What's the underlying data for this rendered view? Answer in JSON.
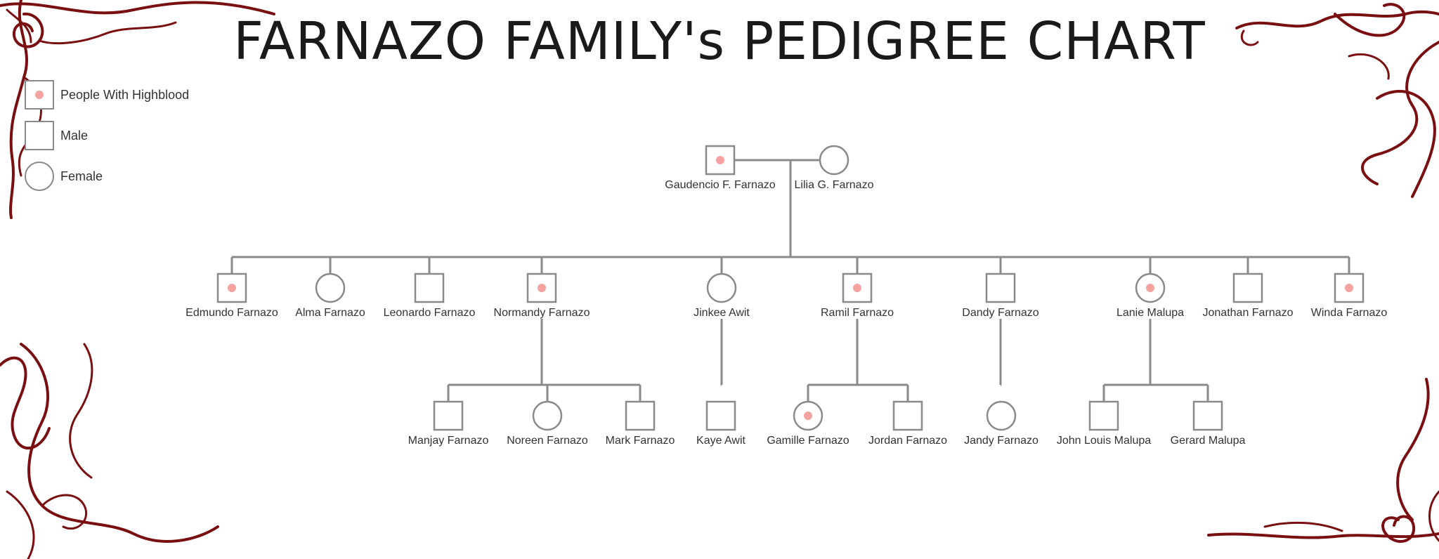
{
  "title": "FARNAZO FAMILY's PEDIGREE CHART",
  "colors": {
    "line": "#8a8a8a",
    "affected": "#f4a3a0",
    "ornament": "#7a0f12",
    "text": "#333333"
  },
  "legend": [
    {
      "symbol": "affected",
      "label": "People With Highblood"
    },
    {
      "symbol": "male",
      "label": "Male"
    },
    {
      "symbol": "female",
      "label": "Female"
    }
  ],
  "generations": [
    [
      {
        "id": "gaudencio",
        "name": "Gaudencio F. Farnazo",
        "sex": "male",
        "highblood": true
      },
      {
        "id": "lilia",
        "name": "Lilia G. Farnazo",
        "sex": "female",
        "highblood": false
      }
    ],
    [
      {
        "id": "edmundo",
        "name": "Edmundo Farnazo",
        "sex": "male",
        "highblood": true
      },
      {
        "id": "alma",
        "name": "Alma Farnazo",
        "sex": "female",
        "highblood": false
      },
      {
        "id": "leonardo",
        "name": "Leonardo Farnazo",
        "sex": "male",
        "highblood": false
      },
      {
        "id": "normandy",
        "name": "Normandy Farnazo",
        "sex": "male",
        "highblood": true
      },
      {
        "id": "jinkee",
        "name": "Jinkee Awit",
        "sex": "female",
        "highblood": false
      },
      {
        "id": "ramil",
        "name": "Ramil Farnazo",
        "sex": "male",
        "highblood": true
      },
      {
        "id": "dandy",
        "name": "Dandy Farnazo",
        "sex": "male",
        "highblood": false
      },
      {
        "id": "lanie",
        "name": "Lanie Malupa",
        "sex": "female",
        "highblood": true
      },
      {
        "id": "jonathan",
        "name": "Jonathan Farnazo",
        "sex": "male",
        "highblood": false
      },
      {
        "id": "winda",
        "name": "Winda Farnazo",
        "sex": "male",
        "highblood": true
      }
    ],
    [
      {
        "id": "manjay",
        "name": "Manjay Farnazo",
        "sex": "male",
        "highblood": false
      },
      {
        "id": "noreen",
        "name": "Noreen Farnazo",
        "sex": "female",
        "highblood": false
      },
      {
        "id": "mark",
        "name": "Mark Farnazo",
        "sex": "male",
        "highblood": false
      },
      {
        "id": "kaye",
        "name": "Kaye Awit",
        "sex": "male",
        "highblood": false
      },
      {
        "id": "gamille",
        "name": "Gamille Farnazo",
        "sex": "female",
        "highblood": true
      },
      {
        "id": "jordan",
        "name": "Jordan Farnazo",
        "sex": "male",
        "highblood": false
      },
      {
        "id": "jandy",
        "name": "Jandy Farnazo",
        "sex": "female",
        "highblood": false
      },
      {
        "id": "johnlouis",
        "name": "John Louis Malupa",
        "sex": "male",
        "highblood": false
      },
      {
        "id": "gerard",
        "name": "Gerard Malupa",
        "sex": "male",
        "highblood": false
      }
    ]
  ],
  "couples": [
    {
      "partners": [
        "gaudencio",
        "lilia"
      ]
    }
  ],
  "families": [
    {
      "parents": [
        "gaudencio",
        "lilia"
      ],
      "children": [
        "edmundo",
        "alma",
        "leonardo",
        "normandy",
        "jinkee",
        "ramil",
        "dandy",
        "lanie",
        "jonathan",
        "winda"
      ]
    },
    {
      "parents": [
        "normandy"
      ],
      "children": [
        "manjay",
        "noreen",
        "mark"
      ]
    },
    {
      "parents": [
        "jinkee"
      ],
      "children": [
        "kaye"
      ]
    },
    {
      "parents": [
        "ramil"
      ],
      "children": [
        "gamille",
        "jordan"
      ]
    },
    {
      "parents": [
        "dandy"
      ],
      "children": [
        "jandy"
      ]
    },
    {
      "parents": [
        "lanie"
      ],
      "children": [
        "johnlouis",
        "gerard"
      ]
    }
  ]
}
